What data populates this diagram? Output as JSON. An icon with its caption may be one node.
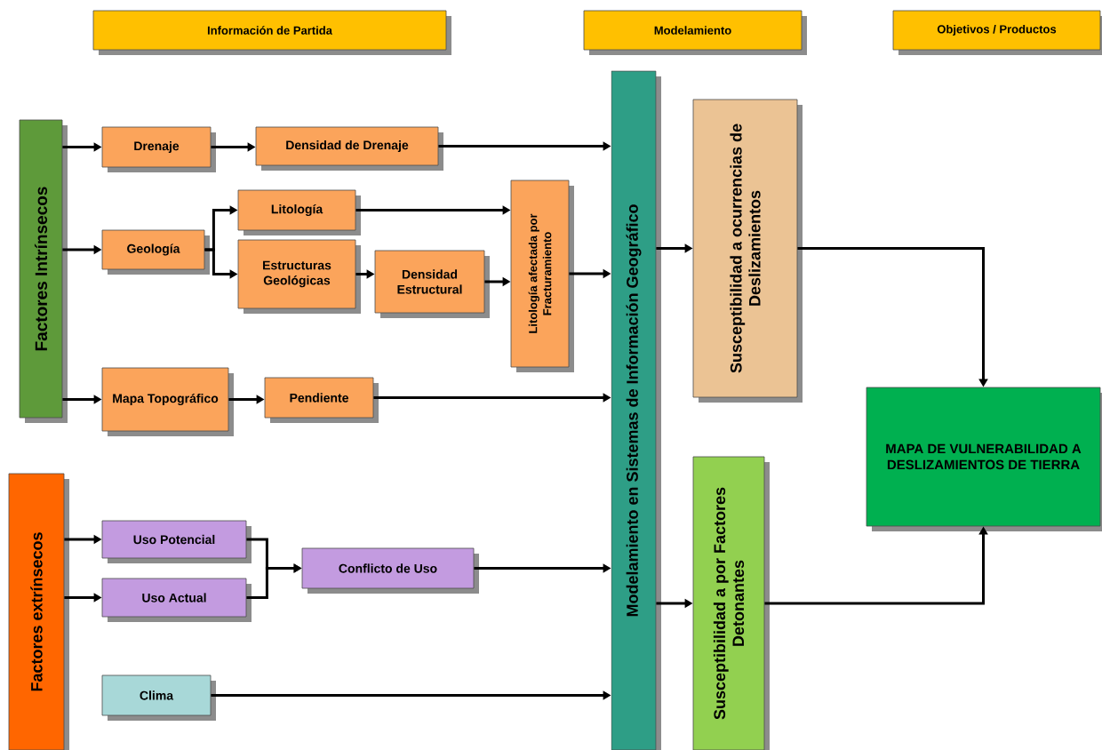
{
  "diagram": {
    "nodes": [
      {
        "text": [
          "Información de Partida"
        ]
      },
      {
        "text": [
          "Modelamiento"
        ]
      },
      {
        "text": [
          "Objetivos / Productos"
        ]
      },
      {
        "text": [
          "Factores Intrínsecos"
        ]
      },
      {
        "text": [
          "Drenaje"
        ]
      },
      {
        "text": [
          "Densidad de Drenaje"
        ]
      },
      {
        "text": [
          "Geología"
        ]
      },
      {
        "text": [
          "Litología"
        ]
      },
      {
        "text": [
          "Estructuras Geológicas"
        ]
      },
      {
        "text": [
          "Densidad Estructural"
        ]
      },
      {
        "text": [
          "Litología afectada por Fracturamiento"
        ]
      },
      {
        "text": [
          "Mapa Topográfico"
        ]
      },
      {
        "text": [
          "Pendiente"
        ]
      },
      {
        "text": [
          "Modelamiento en Sistemas de Información Geográfico"
        ]
      },
      {
        "text": [
          "Susceptibilidad a ocurrencias de Deslizamientos"
        ]
      },
      {
        "text": [
          "MAPA DE VULNERABILIDAD A DESLIZAMIENTOS DE TIERRA"
        ]
      },
      {
        "text": [
          "Factores extrínsecos"
        ]
      },
      {
        "text": [
          "Uso Potencial"
        ]
      },
      {
        "text": [
          "Uso Actual"
        ]
      },
      {
        "text": [
          "Conflicto de Uso"
        ]
      },
      {
        "text": [
          "Clima"
        ]
      },
      {
        "text": [
          "Susceptibilidad a por Factores Detonantes"
        ]
      }
    ],
    "edges": [
      {
        "from": 3,
        "to": 4,
        "arrow": "to"
      },
      {
        "from": 4,
        "to": 5,
        "arrow": "to"
      },
      {
        "from": 5,
        "to": 13,
        "arrow": "to"
      },
      {
        "from": 3,
        "to": 6,
        "arrow": "to"
      },
      {
        "from": 6,
        "to": 7,
        "arrow": "to"
      },
      {
        "from": 6,
        "to": 8,
        "arrow": "to"
      },
      {
        "from": 7,
        "to": 10,
        "arrow": "to"
      },
      {
        "from": 8,
        "to": 9,
        "arrow": "to"
      },
      {
        "from": 9,
        "to": 10,
        "arrow": "to"
      },
      {
        "from": 10,
        "to": 13,
        "arrow": "to"
      },
      {
        "from": 3,
        "to": 11,
        "arrow": "to"
      },
      {
        "from": 11,
        "to": 12,
        "arrow": "to"
      },
      {
        "from": 12,
        "to": 13,
        "arrow": "to"
      },
      {
        "from": 13,
        "to": 14,
        "arrow": "to"
      },
      {
        "from": 14,
        "to": 15,
        "arrow": "to"
      },
      {
        "from": 16,
        "to": 17,
        "arrow": "to"
      },
      {
        "from": 16,
        "to": 18,
        "arrow": "to"
      },
      {
        "from": 17,
        "to": 19,
        "arrow": "to"
      },
      {
        "from": 18,
        "to": 19,
        "arrow": "to"
      },
      {
        "from": 19,
        "to": 13,
        "arrow": "to"
      },
      {
        "from": 20,
        "to": 13,
        "arrow": "to"
      },
      {
        "from": 13,
        "to": 21,
        "arrow": "to"
      },
      {
        "from": 21,
        "to": 15,
        "arrow": "to"
      }
    ]
  }
}
